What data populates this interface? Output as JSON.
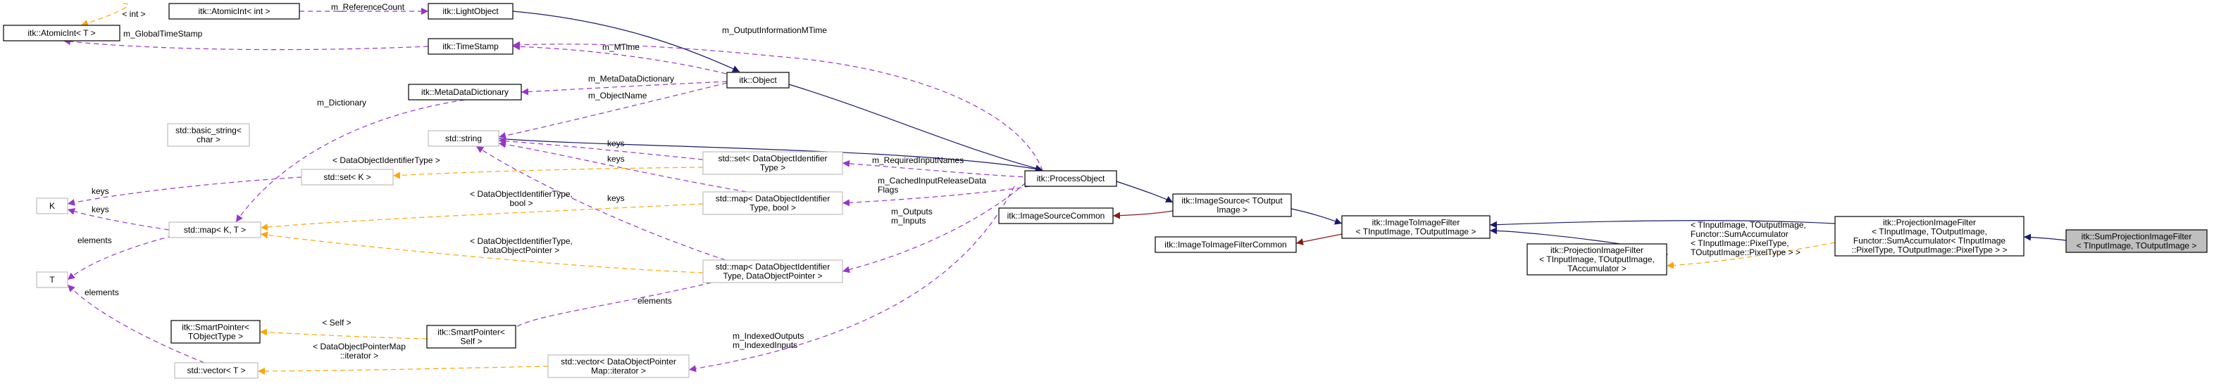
{
  "nodes": {
    "atomic_int": {
      "lines": [
        "itk::AtomicInt< int >"
      ],
      "style": "strong"
    },
    "atomic_t": {
      "lines": [
        "itk::AtomicInt< T >"
      ],
      "style": "strong"
    },
    "light_object": {
      "lines": [
        "itk::LightObject"
      ],
      "style": "strong"
    },
    "time_stamp": {
      "lines": [
        "itk::TimeStamp"
      ],
      "style": "strong"
    },
    "meta_dict": {
      "lines": [
        "itk::MetaDataDictionary"
      ],
      "style": "strong"
    },
    "object": {
      "lines": [
        "itk::Object"
      ],
      "style": "strong"
    },
    "basic_string": {
      "lines": [
        "std::basic_string<",
        "char >"
      ],
      "style": "gray"
    },
    "std_string": {
      "lines": [
        "std::string"
      ],
      "style": "gray"
    },
    "set_doi": {
      "lines": [
        "std::set< DataObjectIdentifier",
        "Type >"
      ],
      "style": "gray"
    },
    "set_k": {
      "lines": [
        "std::set< K >"
      ],
      "style": "gray"
    },
    "k": {
      "lines": [
        "K"
      ],
      "style": "gray"
    },
    "map_kt": {
      "lines": [
        "std::map< K, T >"
      ],
      "style": "gray"
    },
    "map_doi_bool": {
      "lines": [
        "std::map< DataObjectIdentifier",
        "Type, bool >"
      ],
      "style": "gray"
    },
    "process_object": {
      "lines": [
        "itk::ProcessObject"
      ],
      "style": "strong"
    },
    "image_source": {
      "lines": [
        "itk::ImageSource< TOutput",
        "Image >"
      ],
      "style": "strong"
    },
    "image_source_common": {
      "lines": [
        "itk::ImageSourceCommon"
      ],
      "style": "strong"
    },
    "image_to_image": {
      "lines": [
        "itk::ImageToImageFilter",
        "< TInputImage, TOutputImage >"
      ],
      "style": "strong"
    },
    "image_to_image_common": {
      "lines": [
        "itk::ImageToImageFilterCommon"
      ],
      "style": "strong"
    },
    "t": {
      "lines": [
        "T"
      ],
      "style": "gray"
    },
    "map_doi_ptr": {
      "lines": [
        "std::map< DataObjectIdentifier",
        "Type, DataObjectPointer >"
      ],
      "style": "gray"
    },
    "proj_tacc": {
      "lines": [
        "itk::ProjectionImageFilter",
        "< TInputImage, TOutputImage,",
        "TAccumulator >"
      ],
      "style": "strong"
    },
    "proj_full": {
      "lines": [
        "itk::ProjectionImageFilter",
        "< TInputImage, TOutputImage,",
        "Functor::SumAccumulator< TInputImage",
        "::PixelType, TOutputImage::PixelType > >"
      ],
      "style": "strong"
    },
    "sum_proj": {
      "lines": [
        "itk::SumProjectionImageFilter",
        "< TInputImage, TOutputImage >"
      ],
      "style": "focus"
    },
    "smart_ptr_t": {
      "lines": [
        "itk::SmartPointer<",
        "TObjectType >"
      ],
      "style": "strong"
    },
    "smart_ptr_self": {
      "lines": [
        "itk::SmartPointer<",
        "Self >"
      ],
      "style": "strong"
    },
    "vector_t": {
      "lines": [
        "std::vector< T >"
      ],
      "style": "gray"
    },
    "vector_doi": {
      "lines": [
        "std::vector< DataObjectPointer",
        "Map::iterator >"
      ],
      "style": "gray"
    }
  },
  "edge_labels": {
    "int": [
      "< int >"
    ],
    "ref_count": [
      "m_ReferenceCount"
    ],
    "global_ts": [
      "m_GlobalTimeStamp"
    ],
    "output_info": [
      "m_OutputInformationMTime"
    ],
    "mtime": [
      "m_MTime"
    ],
    "meta_dict": [
      "m_MetaDataDictionary"
    ],
    "object_name": [
      "m_ObjectName"
    ],
    "dictionary": [
      "m_Dictionary"
    ],
    "keys_set_doi": [
      "keys"
    ],
    "keys_map_bool": [
      "keys"
    ],
    "keys_map_ptr": [
      "keys"
    ],
    "keys_set_k": [
      "keys"
    ],
    "keys_map_kt": [
      "keys"
    ],
    "doi_type": [
      "< DataObjectIdentifierType >"
    ],
    "required_inputs": [
      "m_RequiredInputNames"
    ],
    "cached_flags": [
      "m_CachedInputReleaseData",
      "Flags"
    ],
    "doi_bool": [
      "< DataObjectIdentifierType,",
      "bool >"
    ],
    "doi_ptr": [
      "< DataObjectIdentifierType,",
      "DataObjectPointer >"
    ],
    "outputs_inputs": [
      "m_Outputs",
      "m_Inputs"
    ],
    "elements_map": [
      "elements"
    ],
    "elements_vector": [
      "elements"
    ],
    "elements_smart": [
      "elements"
    ],
    "self": [
      "< Self >"
    ],
    "ptr_map_iter": [
      "< DataObjectPointerMap",
      "::iterator >"
    ],
    "indexed": [
      "m_IndexedOutputs",
      "m_IndexedInputs"
    ],
    "proj_tmpl": [
      "< TInputImage, TOutputImage,",
      "Functor::SumAccumulator",
      "< TInputImage::PixelType,",
      "TOutputImage::PixelType > >"
    ]
  },
  "colors": {
    "inheritance": "#191970",
    "usage": "#9a32cd",
    "template": "#ffa500",
    "private": "#8b1a1a",
    "focus_fill": "#bfbfbf"
  }
}
